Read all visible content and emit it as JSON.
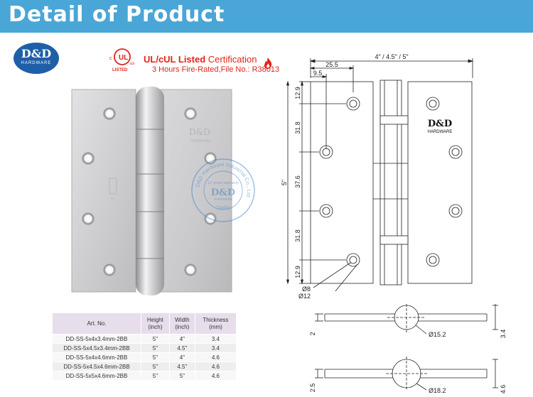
{
  "header": {
    "title": "Detail of Product"
  },
  "logo": {
    "brand": "D&D",
    "sub": "HARDWARE"
  },
  "certification": {
    "ul_c": "c",
    "ul_us": "us",
    "ul_listed": "LISTED",
    "title_bold": "UL/cUL Listed",
    "title_rest": " Certification",
    "subtitle": "3 Hours Fire-Rated,File No.: R38013"
  },
  "watermark": {
    "ring_text": "D&D Hardware Industrial Co., Ltd",
    "warranty": "12 years warranty",
    "center": "D&D",
    "center_sub": "HARDWARE",
    "bottom": "Quality"
  },
  "drawing": {
    "overall_width": "4\" / 4.5\" / 5\"",
    "dim_25_5": "25.5",
    "dim_9_5": "9.5",
    "height": "5\"",
    "dim_12_9_top": "12.9",
    "dim_31_8_top": "31.8",
    "dim_37_6": "37.6",
    "dim_31_8_bottom": "31.8",
    "dim_12_9_bottom": "12.9",
    "hole_inner": "Ø8",
    "hole_outer": "Ø12",
    "leaf_brand": "D&D",
    "leaf_sub": "HARDWARE"
  },
  "sections": [
    {
      "knuckle": "Ø15.2",
      "leaf": "2",
      "total": "3.4"
    },
    {
      "knuckle": "Ø18.2",
      "leaf": "2.5",
      "total": "4.6"
    }
  ],
  "table": {
    "headers": [
      {
        "line1": "Art. No.",
        "line2": ""
      },
      {
        "line1": "Height",
        "line2": "(inch)"
      },
      {
        "line1": "Width",
        "line2": "(inch)"
      },
      {
        "line1": "Thickness",
        "line2": "(mm)"
      }
    ],
    "rows": [
      [
        "DD-SS-5x4x3.4mm-2BB",
        "5\"",
        "4\"",
        "3.4"
      ],
      [
        "DD-SS-5x4.5x3.4mm-2BB",
        "5\"",
        "4.5\"",
        "3.4"
      ],
      [
        "DD-SS-5x4x4.6mm-2BB",
        "5\"",
        "4\"",
        "4.6"
      ],
      [
        "DD-SS-5x4.5x4.6mm-2BB",
        "5\"",
        "4.5\"",
        "4.6"
      ],
      [
        "DD-SS-5x5x4.6mm-2BB",
        "5\"",
        "5\"",
        "4.6"
      ]
    ]
  },
  "colors": {
    "banner": "#4aa6d6",
    "logo": "#1f5fa8",
    "cert_red": "#e2231a",
    "table_header": "#e7ddeb",
    "steel": "#d4d4d6"
  },
  "icons": [
    "ul-mark-icon",
    "fire-icon",
    "hinge-photo",
    "watermark-seal-icon"
  ]
}
